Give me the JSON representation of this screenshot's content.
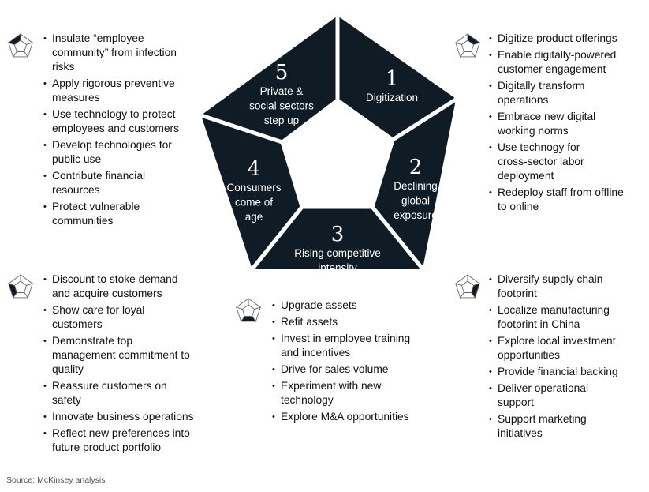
{
  "colors": {
    "segment": "#0f1c26",
    "icon_fill": "#0f1c26",
    "icon_stroke": "#666666"
  },
  "segments": [
    {
      "number": "1",
      "label": [
        "Digitization"
      ]
    },
    {
      "number": "2",
      "label": [
        "Declining",
        "global",
        "exposure"
      ]
    },
    {
      "number": "3",
      "label": [
        "Rising competitive",
        "intensity"
      ]
    },
    {
      "number": "4",
      "label": [
        "Consumers",
        "come of",
        "age"
      ]
    },
    {
      "number": "5",
      "label": [
        "Private &",
        "social sectors",
        "step up"
      ]
    }
  ],
  "blocks": [
    {
      "segment": 5,
      "icon": "pentagon-segment-5-icon",
      "items": [
        "Insulate “employee\ncommunity” from infection\nrisks",
        "Apply rigorous preventive\nmeasures",
        "Use technology to protect\nemployees and customers",
        "Develop technologies for\npublic use",
        "Contribute financial\nresources",
        "Protect vulnerable\ncommunities"
      ]
    },
    {
      "segment": 1,
      "icon": "pentagon-segment-1-icon",
      "items": [
        "Digitize product offerings",
        "Enable digitally-powered\ncustomer engagement",
        "Digitally transform\noperations",
        "Embrace new digital\nworking norms",
        "Use technogy for\ncross-sector labor\ndeployment",
        "Redeploy staff from offline\nto online"
      ]
    },
    {
      "segment": 4,
      "icon": "pentagon-segment-4-icon",
      "items": [
        "Discount to stoke demand\nand acquire customers",
        "Show care for loyal\ncustomers",
        "Demonstrate top\nmanagement commitment to\nquality",
        "Reassure customers on\nsafety",
        "Innovate business operations",
        "Reflect new preferences into\nfuture product portfolio"
      ]
    },
    {
      "segment": 3,
      "icon": "pentagon-segment-3-icon",
      "items": [
        "Upgrade assets",
        "Refit assets",
        "Invest in employee training\nand incentives",
        "Drive for sales volume",
        "Experiment with new\ntechnology",
        "Explore M&A opportunities"
      ]
    },
    {
      "segment": 2,
      "icon": "pentagon-segment-2-icon",
      "items": [
        "Diversify supply chain\nfootprint",
        "Localize manufacturing\nfootprint in China",
        "Explore local investment\nopportunities",
        "Provide financial backing",
        "Deliver operational\nsupport",
        "Support marketing\ninitiatives"
      ]
    }
  ],
  "source": "Source: McKinsey analysis"
}
